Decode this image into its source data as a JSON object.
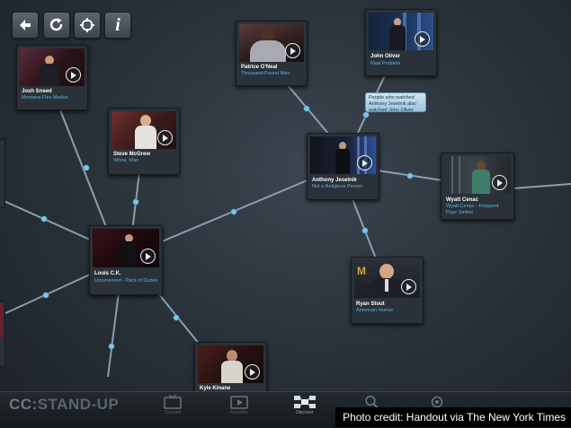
{
  "toolbar": {
    "back_icon": "back-arrow-icon",
    "refresh_icon": "refresh-icon",
    "center_icon": "target-icon",
    "info_icon": "info-icon",
    "info_label": "i"
  },
  "cards": {
    "josh": {
      "name": "Josh Sneed",
      "show": "Montana Flex Market"
    },
    "patrice": {
      "name": "Patrice O'Neal",
      "show": "Thousand-Pound Man"
    },
    "john": {
      "name": "John Oliver",
      "show": "Real Problem"
    },
    "steve": {
      "name": "Steve McGrew",
      "show": "Whoa, Man"
    },
    "anthony": {
      "name": "Anthony Jeselnik",
      "show": "Not a Religious Person"
    },
    "wyatt": {
      "name": "Wyatt Cenac",
      "show": "Wyatt Cenac - Frequent Flyer Smiles"
    },
    "louis": {
      "name": "Louis C.K.",
      "show": "Uncensored - Pack of Dudes"
    },
    "ryan": {
      "name": "Ryan Stout",
      "show": "American Humor"
    },
    "kyle": {
      "name": "Kyle Kinane",
      "show": ""
    }
  },
  "tooltip": {
    "text": "People who watched Anthony Jeselnik also watched John Oliver"
  },
  "bottombar": {
    "logo_cc": "CC:",
    "logo_text": "STAND-UP",
    "nav": [
      {
        "label": "Channel",
        "icon": "tv-icon"
      },
      {
        "label": "Favorites",
        "icon": "play-box-icon"
      },
      {
        "label": "Discover",
        "icon": "network-icon"
      },
      {
        "label": "",
        "icon": "search-icon"
      },
      {
        "label": "",
        "icon": "settings-icon"
      }
    ]
  },
  "credit": "Photo credit: Handout via The New York Times",
  "colors": {
    "link_blue": "#5ab4e6",
    "node_dot": "#7cc0e2",
    "edge_line": "#93a7b6",
    "tooltip_bg": "#b8d6ea"
  }
}
